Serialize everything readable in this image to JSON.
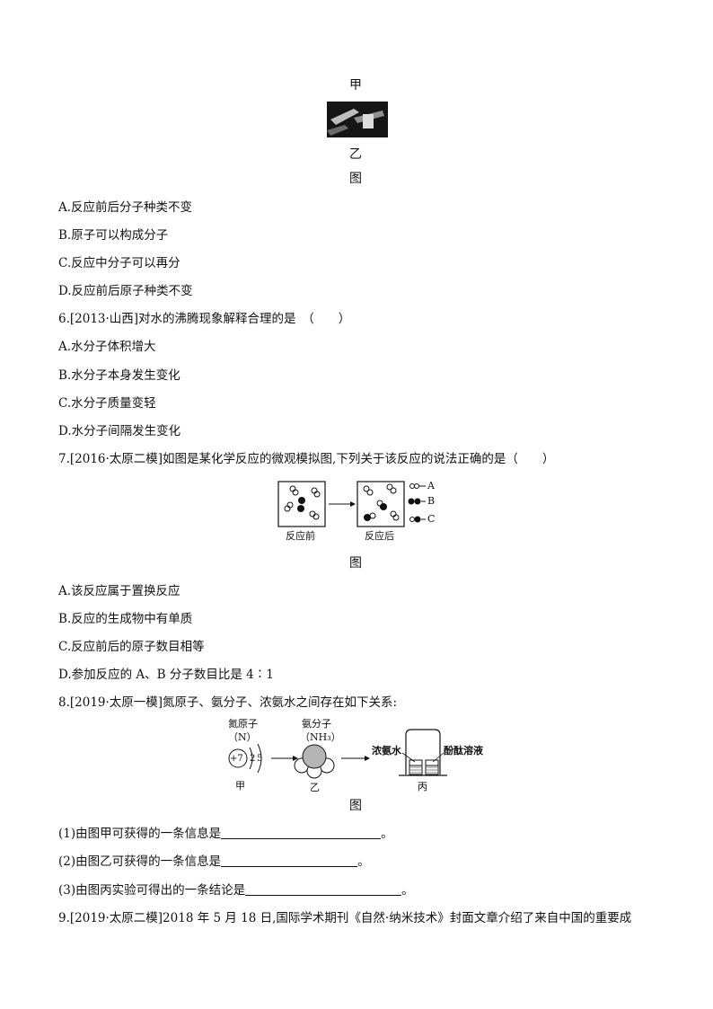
{
  "figure1": {
    "label_top": "甲",
    "label_bottom": "乙",
    "caption": "图"
  },
  "q5_options": [
    "A.反应前后分子种类不变",
    "B.原子可以构成分子",
    "C.反应中分子可以再分",
    "D.反应前后原子种类不变"
  ],
  "q6": {
    "stem": "6.[2013·山西]对水的沸腾现象解释合理的是　（　　）",
    "options": [
      "A.水分子体积增大",
      "B.水分子本身发生变化",
      "C.水分子质量变轻",
      "D.水分子间隔发生变化"
    ]
  },
  "q7": {
    "stem": "7.[2016·太原二模]如图是某化学反应的微观模拟图,下列关于该反应的说法正确的是（　　）",
    "figure": {
      "before_label": "反应前",
      "after_label": "反应后",
      "legend": [
        "A",
        "B",
        "C"
      ],
      "caption": "图"
    },
    "options": [
      "A.该反应属于置换反应",
      "B.反应的生成物中有单质",
      "C.反应前后的原子数目相等",
      "D.参加反应的 A、B 分子数目比是 4∶1"
    ]
  },
  "q8": {
    "stem": "8.[2019·太原一模]氮原子、氨分子、浓氨水之间存在如下关系:",
    "figure": {
      "atom_title": "氮原子",
      "atom_symbol": "（N）",
      "nucleus": "+7",
      "shell1": "2",
      "shell2": "5",
      "label_jia": "甲",
      "molecule_title": "氨分子",
      "molecule_formula": "（NH₃）",
      "label_yi": "乙",
      "ammonia_label": "浓氨水",
      "phenol_label": "酚酞溶液",
      "label_bing": "丙",
      "caption": "图"
    },
    "sub1": "(1)由图甲可获得的一条信息是",
    "sub2": "(2)由图乙可获得的一条信息是",
    "sub3": "(3)由图丙实验可得出的一条结论是",
    "period": "。"
  },
  "q9": {
    "stem": "9.[2019·太原二模]2018 年 5 月 18 日,国际学术期刊《自然·纳米技术》封面文章介绍了来自中国的重要成"
  }
}
